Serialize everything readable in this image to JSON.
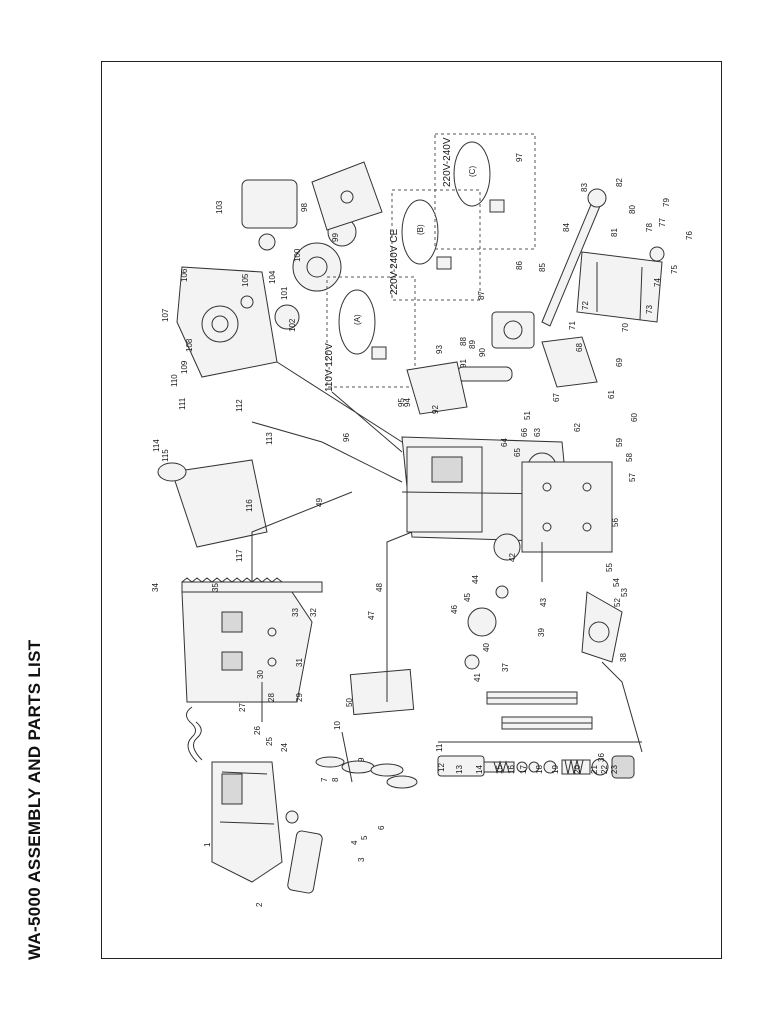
{
  "title": "WA-5000 ASSEMBLY AND PARTS LIST",
  "voltage_labels": [
    "110V-120V",
    "220V-240V CE",
    "220V-240V"
  ],
  "cord_labels": [
    "(A)",
    "(B)",
    "(C)"
  ],
  "callouts": [
    "1",
    "2",
    "3",
    "4",
    "5",
    "6",
    "7",
    "8",
    "9",
    "10",
    "11",
    "12",
    "13",
    "14",
    "15",
    "16",
    "17",
    "18",
    "19",
    "20",
    "21",
    "22",
    "23",
    "24",
    "25",
    "26",
    "27",
    "28",
    "29",
    "30",
    "31",
    "32",
    "33",
    "34",
    "35",
    "36",
    "37",
    "38",
    "39",
    "40",
    "41",
    "42",
    "43",
    "44",
    "45",
    "46",
    "47",
    "48",
    "49",
    "50",
    "51",
    "52",
    "53",
    "54",
    "55",
    "56",
    "57",
    "58",
    "59",
    "60",
    "61",
    "62",
    "63",
    "64",
    "65",
    "66",
    "67",
    "68",
    "69",
    "70",
    "71",
    "72",
    "73",
    "74",
    "75",
    "76",
    "77",
    "78",
    "79",
    "80",
    "81",
    "82",
    "83",
    "84",
    "85",
    "86",
    "87",
    "88",
    "89",
    "90",
    "91",
    "92",
    "93",
    "94",
    "95",
    "96",
    "97",
    "98",
    "99",
    "100",
    "101",
    "102",
    "103",
    "104",
    "105",
    "106",
    "107",
    "108",
    "109",
    "110",
    "111",
    "112",
    "113",
    "114",
    "115",
    "116",
    "117"
  ]
}
